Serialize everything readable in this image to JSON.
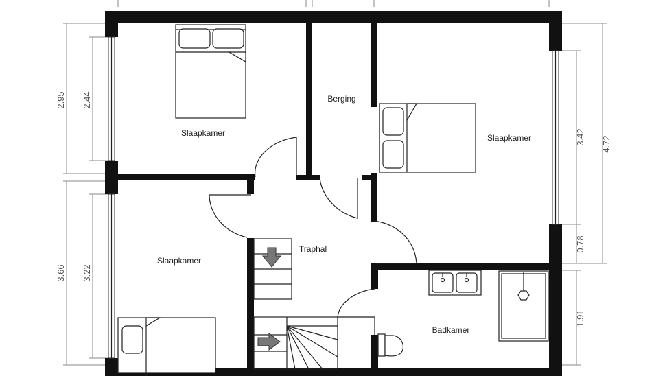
{
  "rooms": {
    "bedroom_top_left": "Slaapkamer",
    "storage": "Berging",
    "bedroom_right": "Slaapkamer",
    "bedroom_bottom_left": "Slaapkamer",
    "stairwell": "Traphal",
    "bathroom": "Badkamer"
  },
  "dimensions": {
    "left_outer_top": "2.95",
    "left_inner_top": "2.44",
    "left_outer_bottom": "3.66",
    "left_inner_bottom": "3.22",
    "right_window": "3.42",
    "right_outer": "4.72",
    "right_small": "0.78",
    "right_bottom": "1.91"
  },
  "colors": {
    "wall": "#111111",
    "stair_arrow": "#777777",
    "dimension_line": "#8a8a8a"
  }
}
